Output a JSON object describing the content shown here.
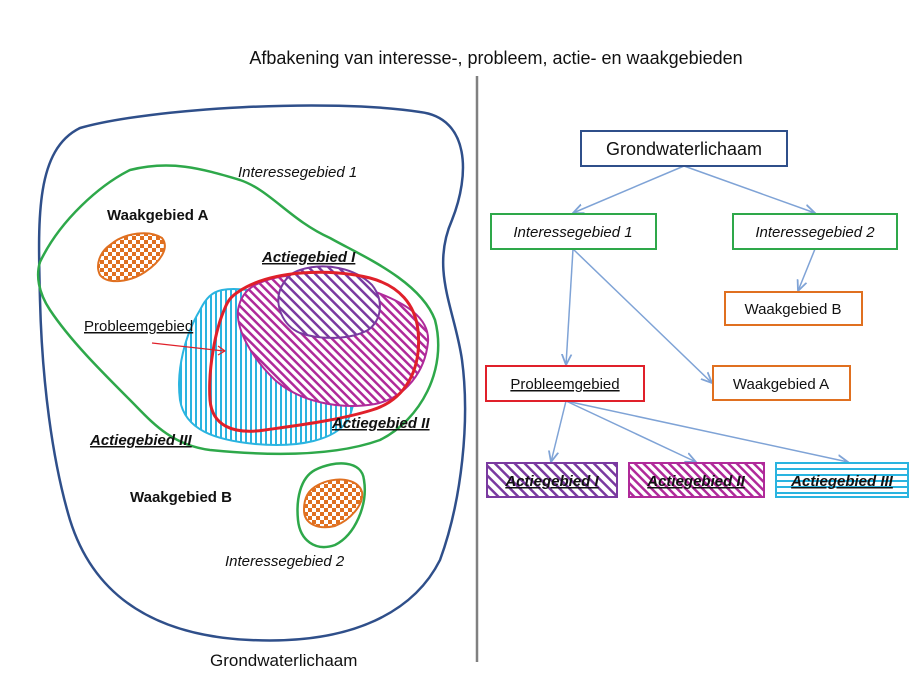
{
  "title": "Afbakening van interesse-, probleem, actie- en waakgebieden",
  "left_map": {
    "caption": "Grondwaterlichaam",
    "labels": {
      "interessegebied_1": "Interessegebied 1",
      "interessegebied_2": "Interessegebied 2",
      "waakgebied_a": "Waakgebied A",
      "waakgebied_b": "Waakgebied B",
      "probleemgebied": "Probleemgebied",
      "actiegebied_1": "Actiegebied I",
      "actiegebied_2": "Actiegebied II",
      "actiegebied_3": "Actiegebied III"
    }
  },
  "tree": {
    "root": "Grondwaterlichaam",
    "interessegebied_1": "Interessegebied 1",
    "interessegebied_2": "Interessegebied 2",
    "waakgebied_a": "Waakgebied A",
    "waakgebied_b": "Waakgebied B",
    "probleemgebied": "Probleemgebied",
    "actiegebied_1": "Actiegebied I",
    "actiegebied_2": "Actiegebied II",
    "actiegebied_3": "Actiegebied III"
  },
  "colors": {
    "groundwater": "#2f4f8a",
    "interest": "#2ea84a",
    "warning": "#e07020",
    "problem": "#e0202a",
    "action1": "#7a3aa0",
    "action2": "#b02a9a",
    "action3": "#2ab4e0",
    "arrow": "#7fa3d6",
    "divider": "#808080"
  }
}
